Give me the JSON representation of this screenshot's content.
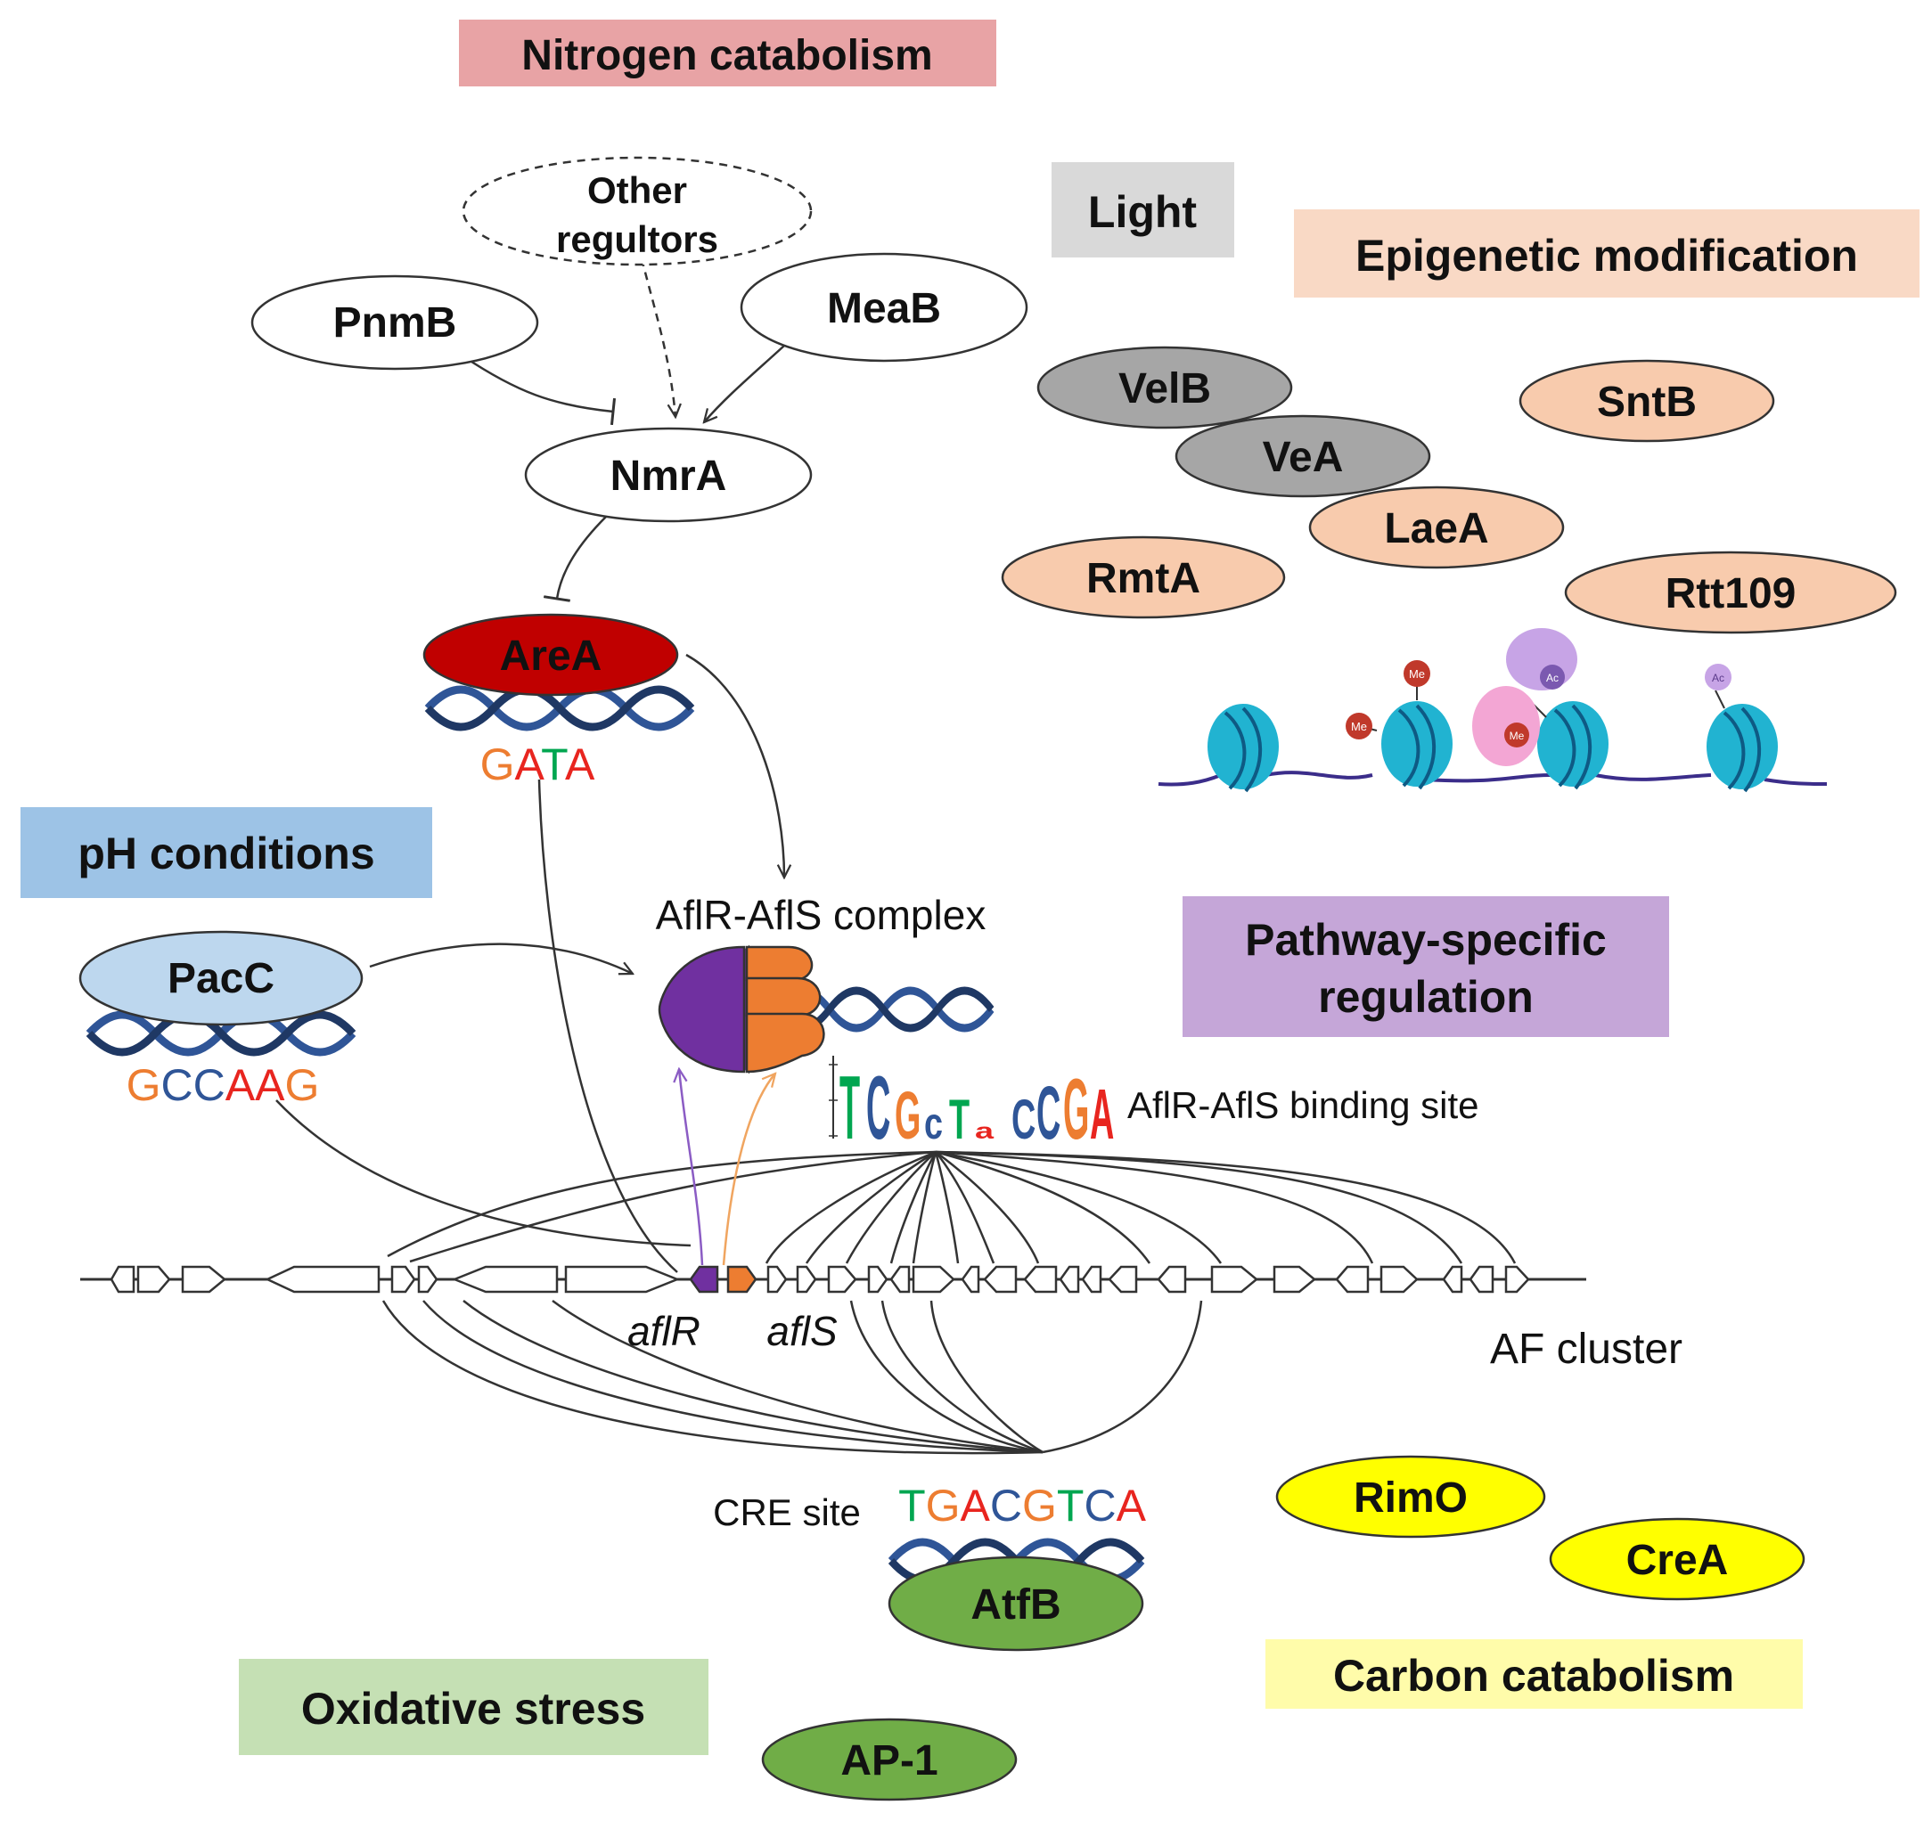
{
  "categories": {
    "nitrogen": "Nitrogen catabolism",
    "light": "Light",
    "epigenetic": "Epigenetic modification",
    "ph": "pH conditions",
    "pathway_line1": "Pathway-specific",
    "pathway_line2": "regulation",
    "oxidative": "Oxidative stress",
    "carbon": "Carbon catabolism"
  },
  "nodes": {
    "other_line1": "Other",
    "other_line2": "regultors",
    "pnmb": "PnmB",
    "meab": "MeaB",
    "nmra": "NmrA",
    "area": "AreA",
    "velb": "VelB",
    "vea": "VeA",
    "sntb": "SntB",
    "laea": "LaeA",
    "rmta": "RmtA",
    "rtt109": "Rtt109",
    "pacc": "PacC",
    "atfb": "AtfB",
    "ap1": "AP-1",
    "rimo": "RimO",
    "crea": "CreA"
  },
  "labels": {
    "complex": "AflR-AflS complex",
    "binding_site": "AflR-AflS binding site",
    "cre_site": "CRE site",
    "af_cluster": "AF cluster",
    "aflr": "aflR",
    "afls": "aflS",
    "me": "Me",
    "ac": "Ac"
  },
  "motifs": {
    "gata": [
      "G",
      "A",
      "T",
      "A"
    ],
    "gccaag": [
      "G",
      "C",
      "C",
      "A",
      "A",
      "G"
    ],
    "cre": [
      "T",
      "G",
      "A",
      "C",
      "G",
      "T",
      "C",
      "A"
    ],
    "logo": [
      "T",
      "C",
      "G",
      "c",
      "T",
      "a",
      "C",
      "C",
      "G",
      "A"
    ]
  },
  "colors": {
    "nitrogen_box": "#e8a3a5",
    "light_box": "#d9d9d9",
    "epigenetic_box": "#f9d9c5",
    "ph_box": "#9dc3e6",
    "pathway_box": "#c5a6d8",
    "oxidative_box": "#c5e0b4",
    "carbon_box": "#fffcaa",
    "area_fill": "#c00000",
    "velvet_fill": "#a6a6a6",
    "epi_fill": "#f8cbad",
    "pacc_fill": "#bdd7ee",
    "stress_fill": "#70ad47",
    "carbon_fill": "#ffff00",
    "aflr": "#7030a0",
    "afls": "#ed7d31",
    "nucleosome": "#21b3d1",
    "base_A": "#e8251f",
    "base_C": "#2f5597",
    "base_G": "#ed7d31",
    "base_T": "#00a650"
  }
}
